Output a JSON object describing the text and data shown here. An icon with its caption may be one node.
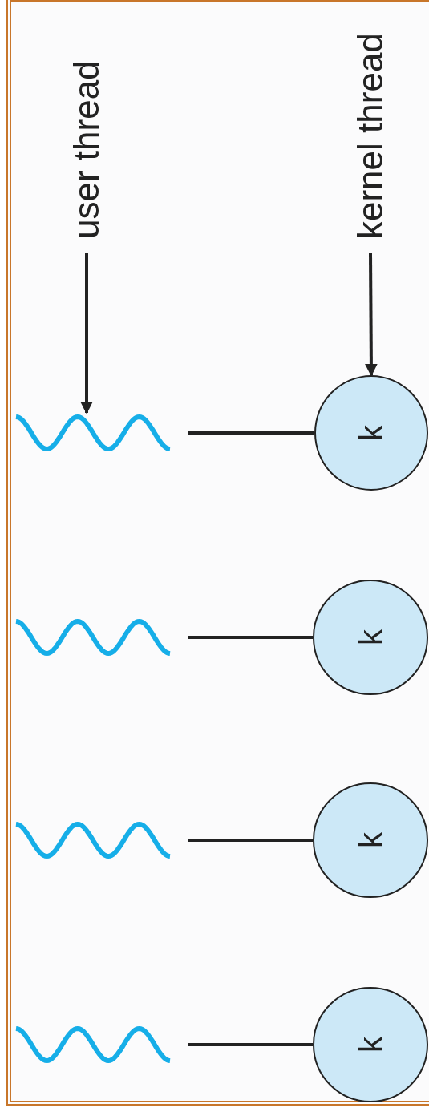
{
  "diagram": {
    "nodes": [
      {
        "text": [
          "user thread"
        ]
      },
      {
        "text": [
          "kernel thread"
        ]
      },
      {
        "text": [],
        "shape": "wave"
      },
      {
        "text": [],
        "shape": "wave"
      },
      {
        "text": [],
        "shape": "wave"
      },
      {
        "text": [],
        "shape": "wave"
      },
      {
        "text": [
          "k"
        ]
      },
      {
        "text": [
          "k"
        ]
      },
      {
        "text": [
          "k"
        ]
      },
      {
        "text": [
          "k"
        ]
      }
    ],
    "edges": [
      {
        "from": 0,
        "to": 2,
        "arrow": "to"
      },
      {
        "from": 1,
        "to": 6,
        "arrow": "to"
      },
      {
        "from": 2,
        "to": 6,
        "arrow": "none"
      },
      {
        "from": 3,
        "to": 7,
        "arrow": "none"
      },
      {
        "from": 4,
        "to": 8,
        "arrow": "none"
      },
      {
        "from": 5,
        "to": 9,
        "arrow": "none"
      }
    ]
  }
}
